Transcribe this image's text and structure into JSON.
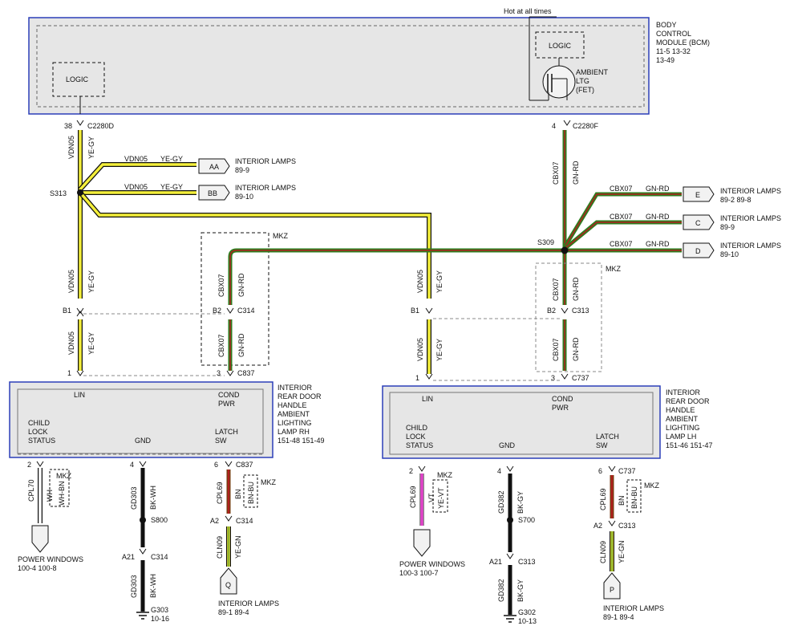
{
  "bcm": {
    "hot_label": "Hot at all times",
    "title": [
      "BODY",
      "CONTROL",
      "MODULE (BCM)",
      "11-5      13-32",
      "13-49"
    ],
    "logic_left": "LOGIC",
    "logic_right": "LOGIC",
    "fet": [
      "AMBIENT",
      "LTG",
      "(FET)"
    ]
  },
  "rh": {
    "pin38": "38",
    "c2280d": "C2280D",
    "s313": "S313",
    "vdn05": "VDN05",
    "yegy": "YE-GY",
    "aa_circuit": "VDN05",
    "aa_color": "YE-GY",
    "aa_code": "AA",
    "aa_lamp": "INTERIOR LAMPS",
    "aa_ref": "89-9",
    "bb_circuit": "VDN05",
    "bb_color": "YE-GY",
    "bb_code": "BB",
    "bb_lamp": "INTERIOR LAMPS",
    "bb_ref": "89-10",
    "mkz": "MKZ",
    "cbx07": "CBX07",
    "gnrd": "GN-RD",
    "b1": "B1",
    "b2": "B2",
    "c314": "C314",
    "pin1": "1",
    "pin3": "3",
    "c837": "C837",
    "lin": "LIN",
    "cond": "COND",
    "pwr": "PWR",
    "child": "CHILD",
    "lock": "LOCK",
    "status": "STATUS",
    "gnd": "GND",
    "latch": "LATCH",
    "sw": "SW",
    "module": [
      "INTERIOR",
      "REAR DOOR",
      "HANDLE",
      "AMBIENT",
      "LIGHTING",
      "LAMP RH",
      "151-48   151-49"
    ],
    "pin2": "2",
    "cpl70": "CPL70",
    "wh": "WH",
    "whbn": "WH-BN",
    "pw_label": "POWER WINDOWS",
    "pw_ref": "100-4     100-8",
    "pin4": "4",
    "gd303": "GD303",
    "bkwh": "BK-WH",
    "s800": "S800",
    "a21": "A21",
    "c314b": "C314",
    "gd303b": "GD303",
    "bkwhb": "BK-WH",
    "g303": "G303",
    "g303_ref": "10-16",
    "pin6": "6",
    "c837b": "C837",
    "cpl69": "CPL69",
    "bn": "BN",
    "bnbu": "BN-BU",
    "a2": "A2",
    "c314c": "C314",
    "cln09": "CLN09",
    "yegn": "YE-GN",
    "q": "Q",
    "q_lamp": "INTERIOR LAMPS",
    "q_ref": "89-1     89-4"
  },
  "lh": {
    "pin4": "4",
    "c2280f": "C2280F",
    "cbx07": "CBX07",
    "gnrd": "GN-RD",
    "s309": "S309",
    "e_circuit": "CBX07",
    "e_color": "GN-RD",
    "e_code": "E",
    "e_lamp": "INTERIOR LAMPS",
    "e_ref": "89-2     89-8",
    "c_circuit": "CBX07",
    "c_color": "GN-RD",
    "c_code": "C",
    "c_lamp": "INTERIOR LAMPS",
    "c_ref": "89-9",
    "d_circuit": "CBX07",
    "d_color": "GN-RD",
    "d_code": "D",
    "d_lamp": "INTERIOR LAMPS",
    "d_ref": "89-10",
    "mkz": "MKZ",
    "vdn05": "VDN05",
    "yegy": "YE-GY",
    "b1": "B1",
    "b2": "B2",
    "c313": "C313",
    "pin1": "1",
    "pin3": "3",
    "c737": "C737",
    "lin": "LIN",
    "cond": "COND",
    "pwr": "PWR",
    "child": "CHILD",
    "lock": "LOCK",
    "status": "STATUS",
    "gnd": "GND",
    "latch": "LATCH",
    "sw": "SW",
    "module": [
      "INTERIOR",
      "REAR DOOR",
      "HANDLE",
      "AMBIENT",
      "LIGHTING",
      "LAMP LH",
      "151-46   151-47"
    ],
    "pin2": "2",
    "cpl69": "CPL69",
    "vt": "VT",
    "yevt": "YE-VT",
    "pw_label": "POWER WINDOWS",
    "pw_ref": "100-3     100-7",
    "pin4b": "4",
    "gd382": "GD382",
    "bkgy": "BK-GY",
    "s700": "S700",
    "a21": "A21",
    "c313b": "C313",
    "gd382b": "GD382",
    "bkgyb": "BK-GY",
    "g302": "G302",
    "g302_ref": "10-13",
    "pin6": "6",
    "c737b": "C737",
    "cpl69b": "CPL69",
    "bn": "BN",
    "bnbu": "BN-BU",
    "a2": "A2",
    "c313c": "C313",
    "cln09": "CLN09",
    "yegn": "YE-GN",
    "p": "P",
    "p_lamp": "INTERIOR LAMPS",
    "p_ref": "89-1     89-4"
  },
  "colors": {
    "yellow": "#f4ef3a",
    "green": "#2e7d1f",
    "red": "#b21f1f",
    "black": "#111111",
    "brown": "#7a3b10",
    "pink": "#e040c8",
    "module_border": "#2b3fb8",
    "module_fill": "#e6e6e6"
  }
}
